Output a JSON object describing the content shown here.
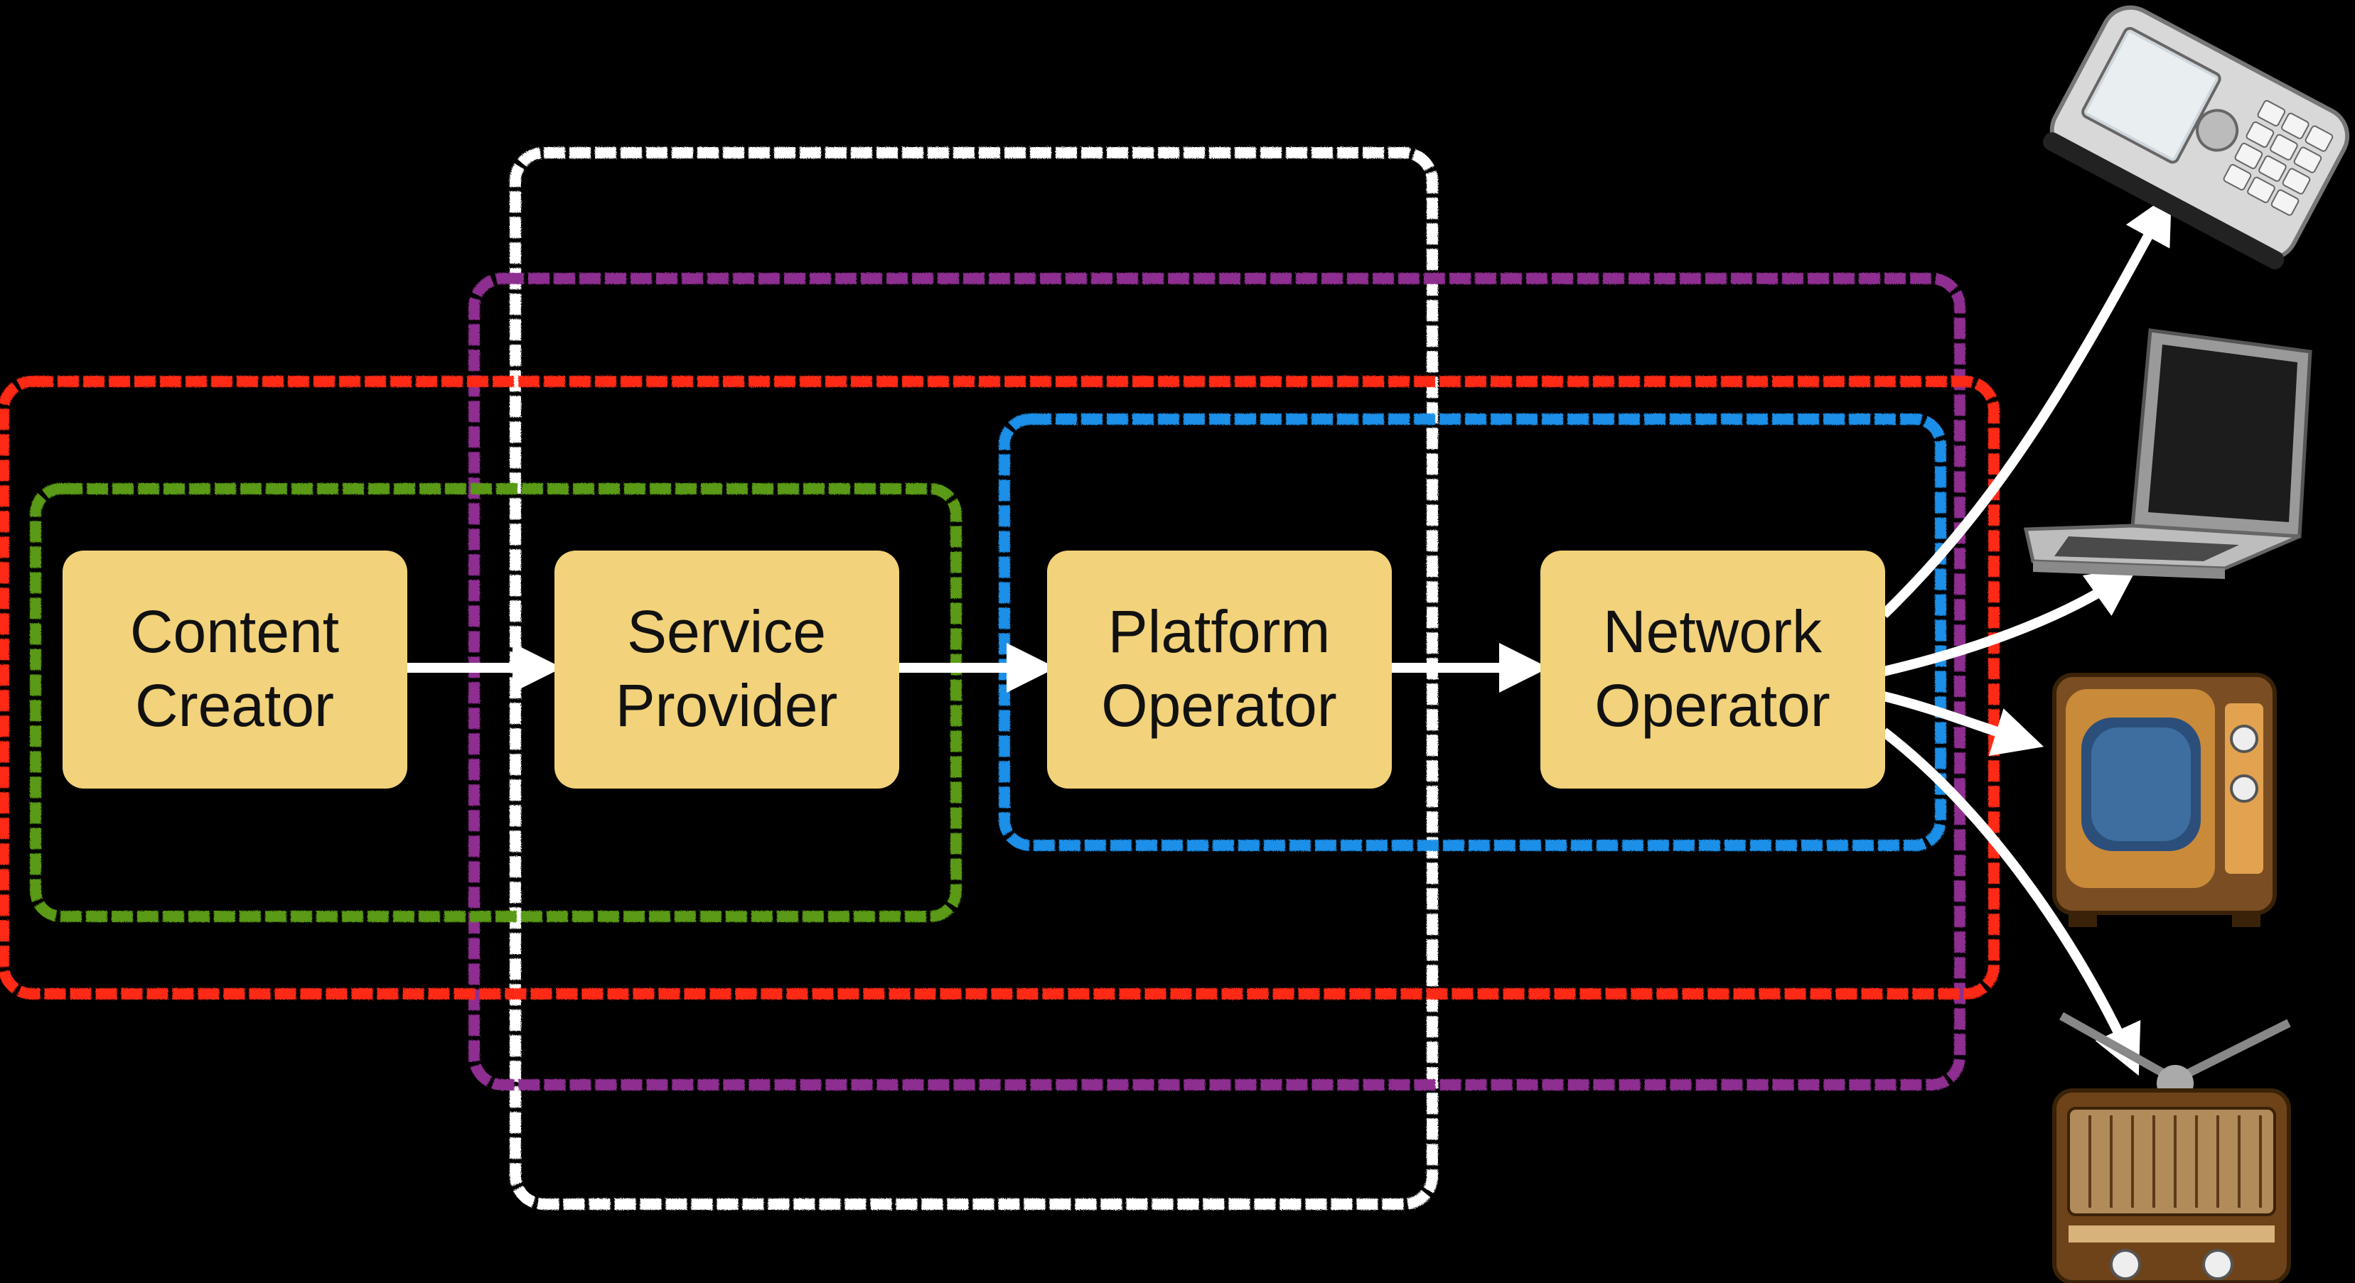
{
  "boxes": [
    {
      "id": "content-creator",
      "line1": "Content",
      "line2": "Creator"
    },
    {
      "id": "service-provider",
      "line1": "Service",
      "line2": "Provider"
    },
    {
      "id": "platform-operator",
      "line1": "Platform",
      "line2": "Operator"
    },
    {
      "id": "network-operator",
      "line1": "Network",
      "line2": "Operator"
    }
  ],
  "colors": {
    "background": "#000000",
    "box_fill": "#f2d27a",
    "box_text": "#111111",
    "arrow": "#ffffff",
    "group_white": "#ffffff",
    "group_purple": "#8e2d91",
    "group_red": "#ff2a12",
    "group_green": "#5a9a12",
    "group_blue": "#1a8fe8"
  },
  "devices": [
    {
      "name": "mobile-phone-icon"
    },
    {
      "name": "laptop-icon"
    },
    {
      "name": "television-icon"
    },
    {
      "name": "radio-icon"
    }
  ]
}
